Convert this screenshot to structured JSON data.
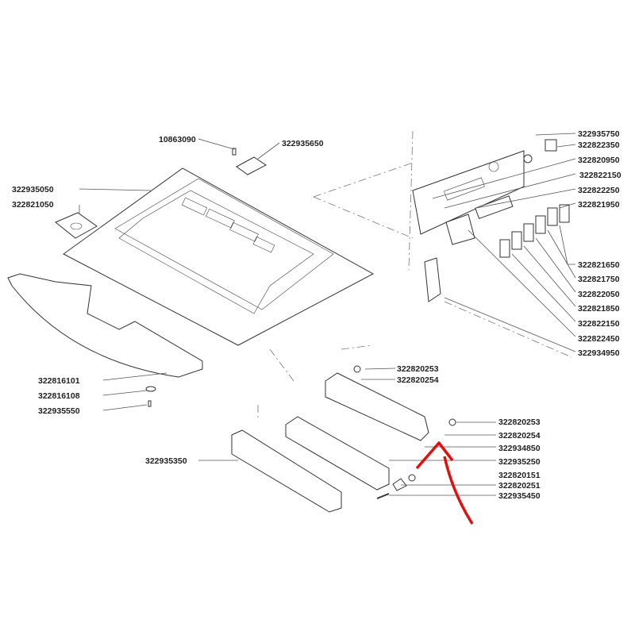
{
  "labels": {
    "top_screw": "10863090",
    "top_plate": "322935650",
    "main_panel": "322935050",
    "pad": "322821050",
    "board": "322816101",
    "foot": "322816108",
    "foot_screw": "322935550",
    "front_cover": "322935350",
    "knob_a1": "322820253",
    "knob_a2": "322820254",
    "knob_b1": "322820253",
    "knob_b2": "322820254",
    "side_panel": "322934850",
    "grille": "322935250",
    "nut": "322820151",
    "bracket": "322820251",
    "spring": "322935450",
    "right": [
      "322935750",
      "322822350",
      "322820950",
      "322822150",
      "322822250",
      "322821950",
      "322821650",
      "322821750",
      "322822050",
      "322821850",
      "322822150",
      "322822450",
      "322934950"
    ]
  },
  "colors": {
    "highlight_arrow": "#e01010"
  }
}
